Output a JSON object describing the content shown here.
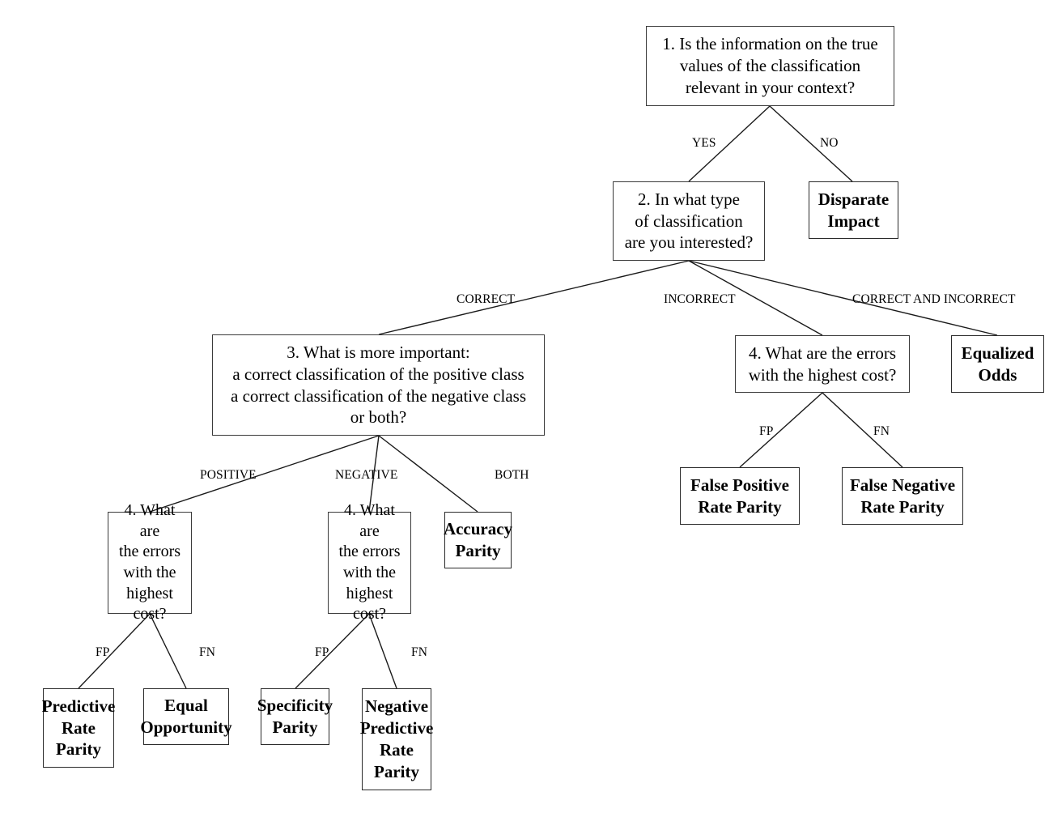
{
  "diagram": {
    "title": "Fairness metric selection decision tree",
    "nodes": {
      "q1": {
        "label": "1.  Is the information on the true\nvalues of the classification\nrelevant in your context?"
      },
      "q2": {
        "label": "2. In what type\nof classification\nare you interested?"
      },
      "q3": {
        "label": "3.  What is more important:\na correct classification of the positive class\na correct classification of the negative class\nor both?"
      },
      "q4_right": {
        "label": "4.  What are the errors\nwith the highest cost?"
      },
      "q4_positive": {
        "label": "4. What are\nthe errors\nwith the\nhighest cost?"
      },
      "q4_negative": {
        "label": "4. What are\nthe errors\nwith the\nhighest cost?"
      },
      "disparate_impact": {
        "label": "Disparate\nImpact"
      },
      "equalized_odds": {
        "label": "Equalized\nOdds"
      },
      "accuracy_parity": {
        "label": "Accuracy\nParity"
      },
      "false_positive_rate_parity": {
        "label": "False Positive\nRate Parity"
      },
      "false_negative_rate_parity": {
        "label": "False Negative\nRate Parity"
      },
      "predictive_rate_parity": {
        "label": "Predictive\nRate\nParity"
      },
      "equal_opportunity": {
        "label": "Equal\nOpportunity"
      },
      "specificity_parity": {
        "label": "Specificity\nParity"
      },
      "negative_predictive_rate_parity": {
        "label": "Negative\nPredictive\nRate\nParity"
      }
    },
    "edge_labels": {
      "yes": "YES",
      "no": "NO",
      "correct": "CORRECT",
      "incorrect": "INCORRECT",
      "correct_and_incorrect": "CORRECT AND INCORRECT",
      "positive": "POSITIVE",
      "negative": "NEGATIVE",
      "both": "BOTH",
      "fp_right": "FP",
      "fn_right": "FN",
      "fp_positive": "FP",
      "fn_positive": "FN",
      "fp_negative": "FP",
      "fn_negative": "FN"
    },
    "colors": {
      "background": "#ffffff",
      "box_border": "#3a3a3a",
      "edge_stroke": "#1a1a1a",
      "text": "#000000"
    }
  }
}
